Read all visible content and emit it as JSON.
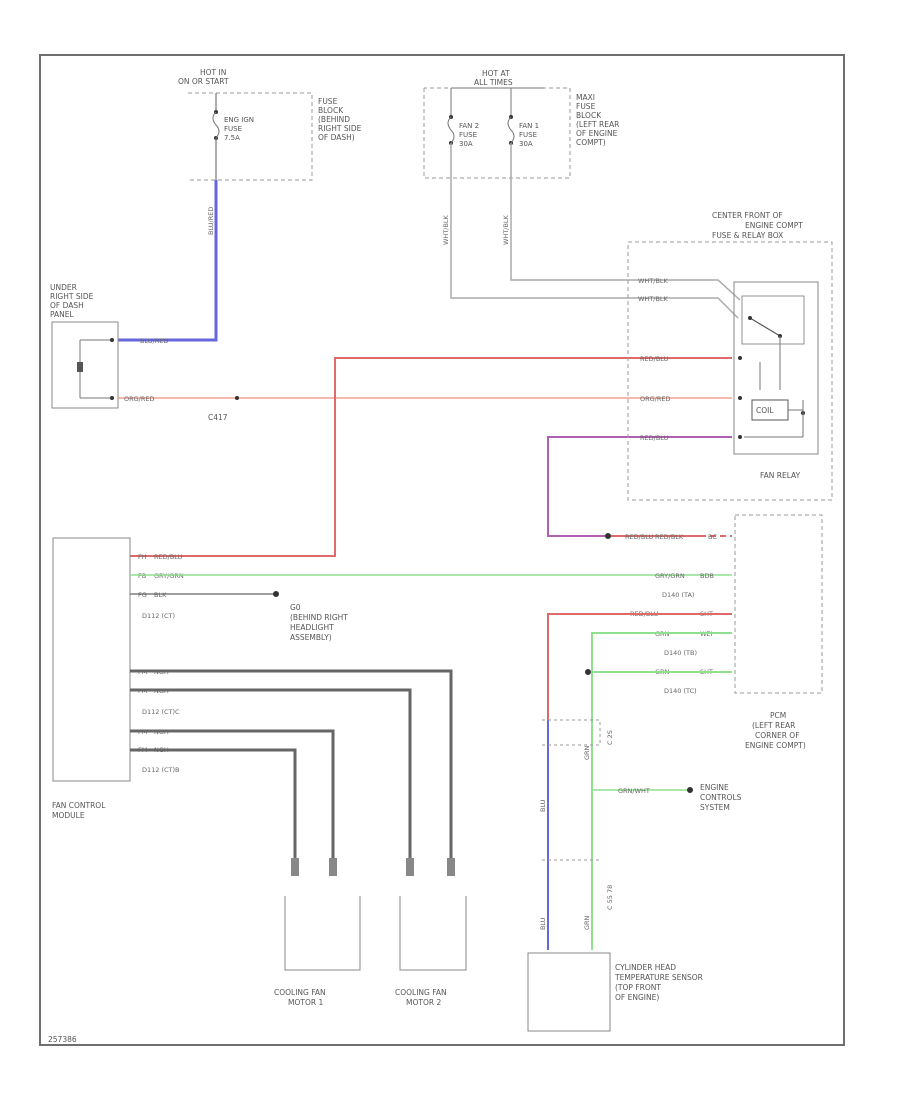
{
  "colors": {
    "border": "#6f6f6f",
    "wire_blue": "#6666dd",
    "wire_red": "#e06a6a",
    "wire_orange": "#f0a090",
    "wire_green": "#8fe08f",
    "wire_gray": "#aaaaaa",
    "wire_dark": "#666666",
    "wire_purple": "#b060b0"
  },
  "hot_in_run": {
    "line1": "HOT IN",
    "line2": "ON OR START"
  },
  "hot_at_all": {
    "line1": "HOT AT",
    "line2": "ALL TIMES"
  },
  "fuse_engine": {
    "line1": "ENG IGN",
    "line2": "FUSE",
    "line3": "7.5A"
  },
  "fuse_block_dash": {
    "line1": "FUSE",
    "line2": "BLOCK",
    "line3": "(BEHIND",
    "line4": "RIGHT SIDE",
    "line5": "OF DASH)"
  },
  "fuse_fan2": {
    "line1": "FAN 2",
    "line2": "FUSE",
    "line3": "30A"
  },
  "fuse_fan1": {
    "line1": "FAN 1",
    "line2": "FUSE",
    "line3": "30A"
  },
  "maxi_fuse_block": {
    "line1": "MAXI",
    "line2": "FUSE",
    "line3": "BLOCK",
    "line4": "(LEFT REAR",
    "line5": "OF ENGINE",
    "line6": "COMPT)"
  },
  "center_front_label": {
    "line1": "CENTER FRONT OF",
    "line2": "ENGINE COMPT",
    "line3": "FUSE & RELAY BOX"
  },
  "under_dash_label": {
    "line1": "UNDER",
    "line2": "RIGHT SIDE",
    "line3": "OF DASH",
    "line4": "PANEL"
  },
  "fan_relay_label": "FAN RELAY",
  "connector_c417": "C417",
  "wires": {
    "blu_red": "BLU/RED",
    "wht_blk_1": "WHT/BLK",
    "wht_blk_2": "WHT/BLK",
    "org_red": "ORG/RED",
    "org_red_2": "ORG/RED",
    "red_blu": "RED/BLU",
    "red_blu_2": "RED/BLU",
    "red_blu_3": "RED/BLU",
    "red_blu_4": "RED/BLU",
    "red_blu_5": "RED/BLU",
    "wht_blk_v1": "WHT/BLK",
    "wht_blk_v2": "WHT/BLK",
    "grn_wht": "GRN/WHT"
  },
  "module_pins": {
    "p1": "FH",
    "p1_wire": "RED/BLU",
    "p2": "FB",
    "p2_wire": "GRY/GRN",
    "p3": "FG",
    "p3_wire": "BLK",
    "conn_a": "D112 (CT)",
    "p4": "FM",
    "p4_wire": "NGH",
    "p5": "FM",
    "p5_wire": "NGH",
    "conn_b": "D112 (CT)C",
    "p6": "FM",
    "p6_wire": "NGH",
    "p7": "FM",
    "p7_wire": "NGH",
    "conn_c": "D112 (CT)B"
  },
  "ground": {
    "line1": "G0",
    "line2": "(BEHIND RIGHT",
    "line3": "HEADLIGHT",
    "line4": "ASSEMBLY)"
  },
  "fan_control_module": {
    "line1": "FAN CONTROL",
    "line2": "MODULE"
  },
  "pcm_pins": {
    "w1": "RED/BLK",
    "pin1": "BC",
    "w2": "GRY/GRN",
    "pin2": "BDB",
    "conn1": "D140 (TA)",
    "w3": "RED/BLU",
    "pin3": "SHT",
    "w4": "GRN",
    "pin4": "WEI",
    "conn2": "D140 (TB)",
    "w5": "GRN",
    "pin5": "SHT",
    "conn3": "D140 (TC)"
  },
  "pcm_label": {
    "line1": "PCM",
    "line2": "(LEFT REAR",
    "line3": "CORNER OF",
    "line4": "ENGINE COMPT)"
  },
  "c_vert_labels": {
    "a": "C 2S",
    "b": "C 55 78"
  },
  "sensor_wires": {
    "a": "BLU",
    "b": "GRN",
    "c": "GRN/WHT",
    "d": "BLU",
    "e": "GRN"
  },
  "engine_controls": {
    "line1": "ENGINE",
    "line2": "CONTROLS",
    "line3": "SYSTEM"
  },
  "motor1": {
    "line1": "COOLING FAN",
    "line2": "MOTOR 1"
  },
  "motor2": {
    "line1": "COOLING FAN",
    "line2": "MOTOR 2"
  },
  "sensor_label": {
    "line1": "CYLINDER HEAD",
    "line2": "TEMPERATURE SENSOR",
    "line3": "(TOP FRONT",
    "line4": "OF ENGINE)"
  },
  "footer_code": "257386"
}
